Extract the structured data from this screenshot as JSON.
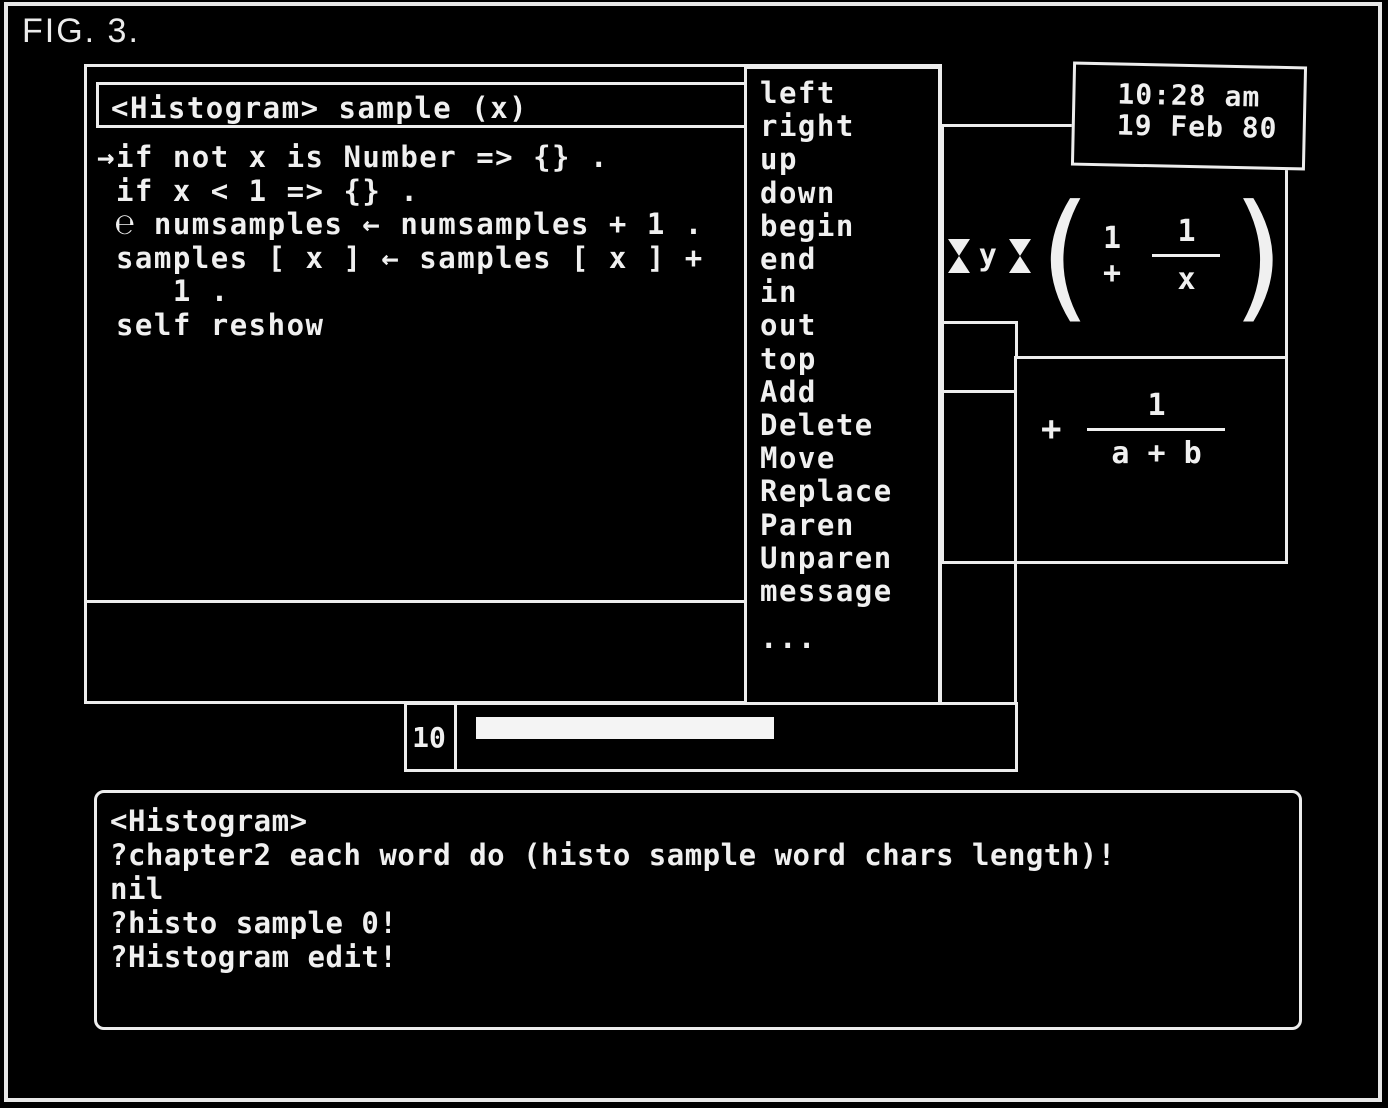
{
  "figure": {
    "label": "FIG. 3."
  },
  "editor": {
    "title": "<Histogram> sample (x)",
    "code_lines": [
      "→if not x is Number => {} .",
      " if x < 1 => {} .",
      " ℮ numsamples ← numsamples + 1 .",
      " samples [ x ] ← samples [ x ] +",
      "    1 .",
      " self reshow"
    ]
  },
  "menu": {
    "items": [
      "left",
      "right",
      "up",
      "down",
      "begin",
      "end",
      "in",
      "out",
      "top",
      "Add",
      "Delete",
      "Move",
      "Replace",
      "Paren",
      "Unparen",
      "message",
      "..."
    ]
  },
  "clock": {
    "time": "10:28 am",
    "date": "19 Feb 80"
  },
  "formula": {
    "multiply_icon": "multiply-symbol",
    "variable": "y",
    "paren_open": "(",
    "paren_close": ")",
    "inner_left": "1 +",
    "fraction1": {
      "numerator": "1",
      "denominator": "x"
    },
    "operator": "+",
    "fraction2": {
      "numerator": "1",
      "denominator": "a + b"
    }
  },
  "histogram_bar_window": {
    "bin_label": "10"
  },
  "transcript": {
    "lines": [
      "<Histogram>",
      "?chapter2 each word do (histo sample word chars length)!",
      "nil",
      "?histo sample 0!",
      "?Histogram edit!"
    ]
  },
  "colors": {
    "background": "#000000",
    "foreground": "#f0f0f0"
  }
}
